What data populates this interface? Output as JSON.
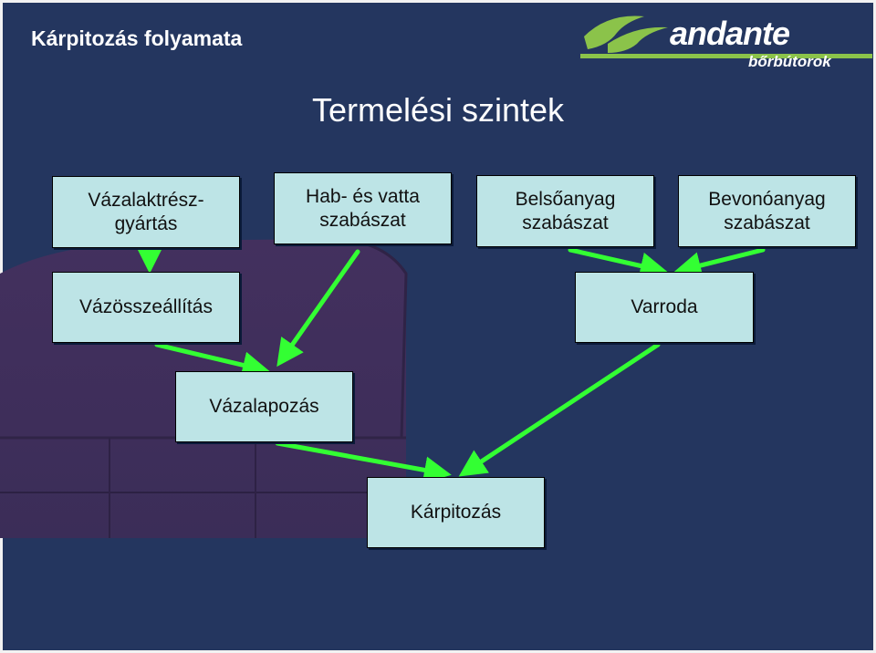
{
  "header": {
    "title": "Kárpitozás folyamata",
    "logo_text": "andante",
    "logo_subtext": "bőrbútorok"
  },
  "slide": {
    "title": "Termelési szintek"
  },
  "nodes": {
    "vazalaktresz": "Vázalaktrész-\ngyártás",
    "hab": "Hab- és vatta\nszabászat",
    "belso": "Belsőanyag\nszabászat",
    "bevono": "Bevonóanyag\nszabászat",
    "vazossze": "Vázösszeállítás",
    "varroda": "Varroda",
    "vazalapozas": "Vázalapozás",
    "karpitozas": "Kárpitozás"
  },
  "colors": {
    "background": "#24365f",
    "box_fill": "#bde4e6",
    "arrow": "#33ff33",
    "logo_green": "#8bc34a"
  }
}
